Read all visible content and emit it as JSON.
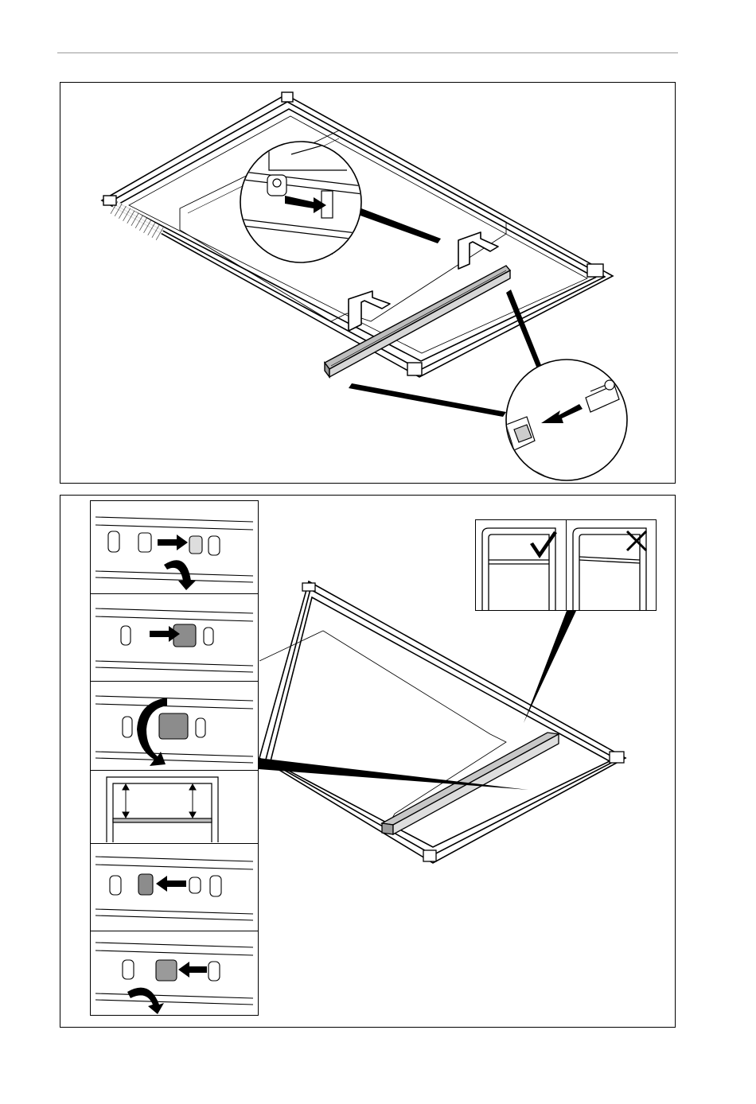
{
  "page": {
    "colors": {
      "line": "#000000",
      "rule": "#9a9a9a",
      "gray_part": "#b8b8b8",
      "light": "#e2e2e2"
    }
  },
  "top_figure": {
    "icons": [
      "refrigerator-shelf-frame",
      "rail-bar",
      "magnifier-clip",
      "magnifier-bracket",
      "insert-arrow-icon",
      "rotate-down-arrow-icon"
    ]
  },
  "bottom_figure": {
    "steps": [
      {
        "icons": [
          "push-right-arrow-icon",
          "rotate-curved-arrow-icon"
        ]
      },
      {
        "icons": [
          "push-right-arrow-icon"
        ]
      },
      {
        "icons": [
          "rotate-large-arrow-icon"
        ]
      },
      {
        "icons": [
          "measure-arrows-icon"
        ]
      },
      {
        "icons": [
          "push-left-arrow-icon"
        ]
      },
      {
        "icons": [
          "push-left-arrow-icon",
          "rotate-curved-arrow-icon"
        ]
      }
    ],
    "comparison": [
      {
        "state": "correct",
        "icon": "check-mark-icon"
      },
      {
        "state": "incorrect",
        "icon": "cross-mark-icon"
      }
    ]
  }
}
